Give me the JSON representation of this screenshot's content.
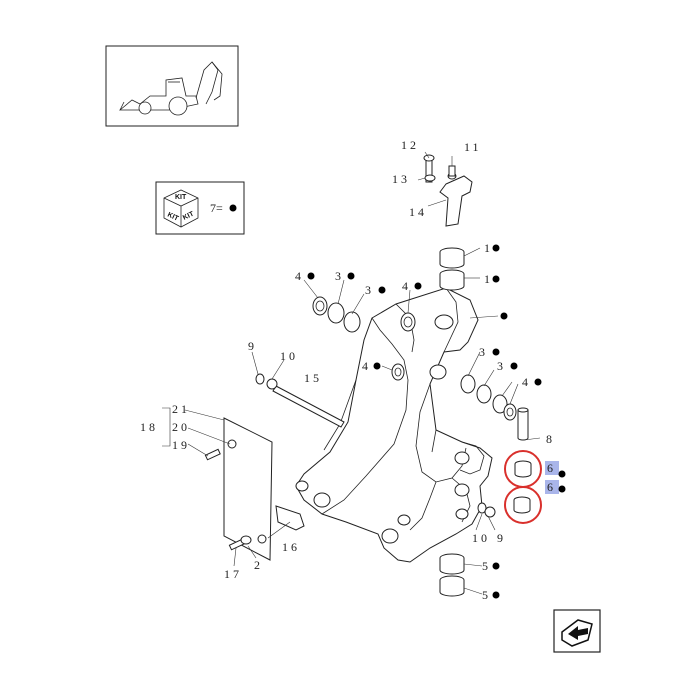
{
  "kit_legend": {
    "kit_word": "KIT",
    "text": "7="
  },
  "callouts": {
    "c1a": "1",
    "c1b": "1",
    "c2": "2",
    "c3a": "3",
    "c3b": "3",
    "c3c": "3",
    "c3d": "3",
    "c4a": "4",
    "c4b": "4",
    "c4c": "4",
    "c4d": "4",
    "c5a": "5",
    "c5b": "5",
    "c6a": "6",
    "c6b": "6",
    "c8": "8",
    "c9a": "9",
    "c9b": "9",
    "c10a": "10",
    "c10b": "10",
    "c11": "11",
    "c12": "12",
    "c13": "13",
    "c14": "14",
    "c15": "15",
    "c16": "16",
    "c17": "17",
    "c18": "18",
    "c19": "19",
    "c20": "20",
    "c21": "21"
  },
  "colors": {
    "highlight_circle": "#d9302c",
    "highlight_box": "#9aa8e6",
    "line": "#222222"
  },
  "icons": {
    "thumbnail": "backhoe-loader-icon",
    "kit": "kit-box-icon",
    "nav": "next-page-arrow-icon"
  }
}
